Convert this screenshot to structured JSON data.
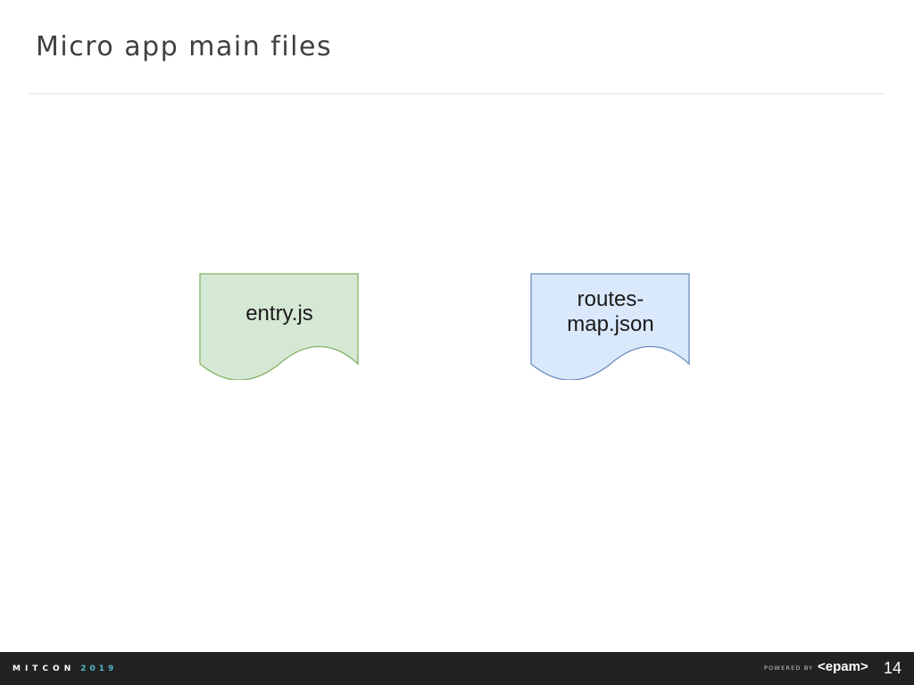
{
  "slide": {
    "title": "Micro app main files",
    "page_number": "14"
  },
  "diagram": {
    "documents": [
      {
        "label": "entry.js",
        "fill": "#d5e8d4",
        "stroke": "#82b366"
      },
      {
        "label_lines": [
          "routes-",
          "map.json"
        ],
        "fill": "#dae8fc",
        "stroke": "#6c8ebf"
      }
    ]
  },
  "footer": {
    "logo_text": "MITCON",
    "logo_year": "2019",
    "powered_by": "POWERED BY",
    "epam_logo": "<epam>",
    "background": "#222222",
    "accent": "#4fb6c8"
  }
}
